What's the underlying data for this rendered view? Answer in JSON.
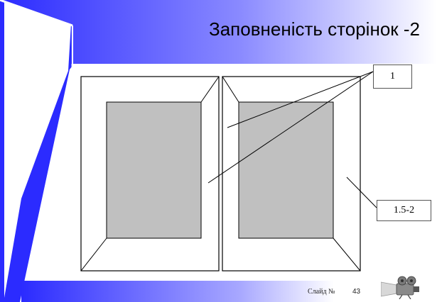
{
  "slide": {
    "title": "Заповненість сторінок -2",
    "callouts": [
      "1",
      "1.5-2"
    ],
    "footer": {
      "slide_label": "Слайд №",
      "slide_number": "43"
    }
  },
  "colors": {
    "accent_blue": "#2b2bff",
    "page_text_block": "#c0c0c0"
  },
  "icons": [
    "projector-icon"
  ]
}
